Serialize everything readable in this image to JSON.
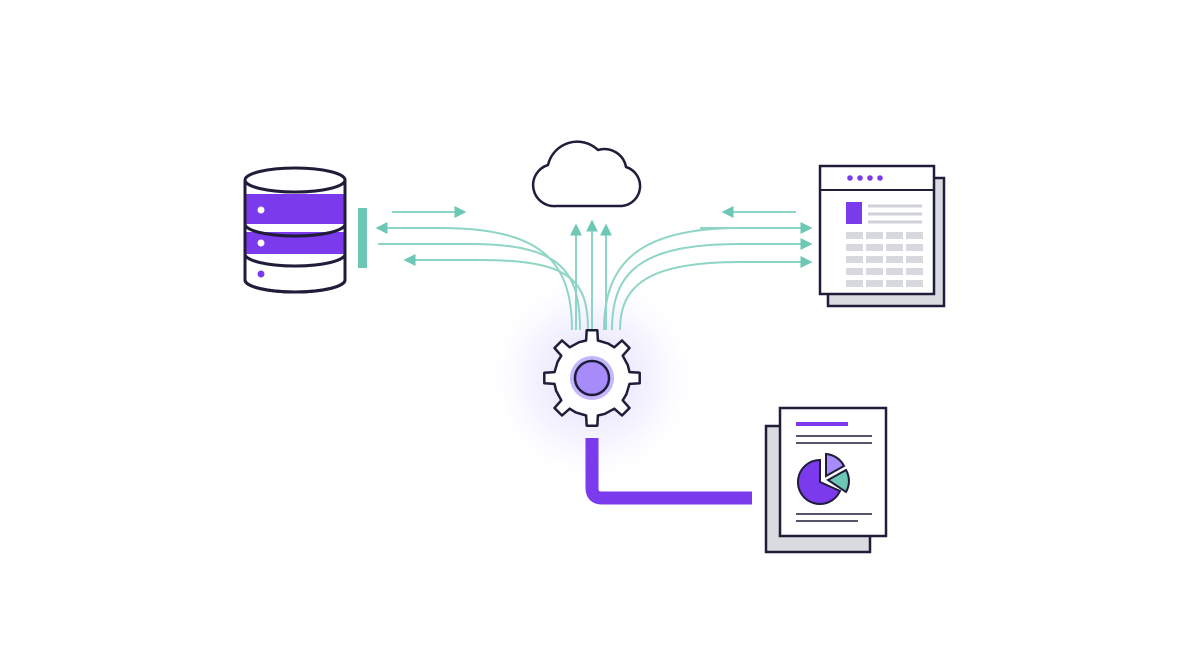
{
  "illustration": {
    "kind": "data-integration-diagram",
    "nodes": [
      {
        "id": "database",
        "icon": "database-icon"
      },
      {
        "id": "cloud",
        "icon": "cloud-icon"
      },
      {
        "id": "web-report",
        "icon": "web-page-icon"
      },
      {
        "id": "gear",
        "icon": "gear-icon"
      },
      {
        "id": "pie-report",
        "icon": "pie-chart-report-icon"
      }
    ],
    "colors": {
      "outline": "#1f1d3a",
      "purple": "#7c3aed",
      "purple_light": "#a78bfa",
      "teal": "#6cc8b4",
      "teal_line": "#8fd5c6",
      "gray_shadow": "#d9dbe0",
      "gray_cell": "#d7d9de",
      "glow": "#c4b5fd"
    }
  }
}
